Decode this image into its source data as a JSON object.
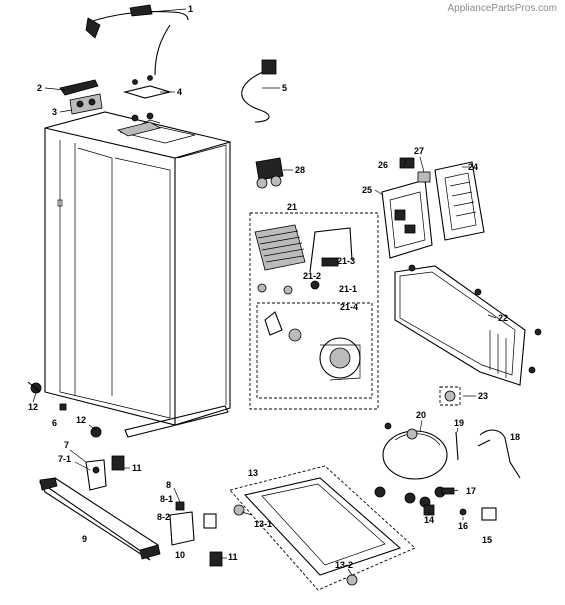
{
  "watermark": "AppliancePartsPros.com",
  "callouts": {
    "c1": "1",
    "c2": "2",
    "c3": "3",
    "c4": "4",
    "c5": "5",
    "c6": "6",
    "c7": "7",
    "c7_1": "7-1",
    "c8": "8",
    "c8_1": "8-1",
    "c8_2": "8-2",
    "c9": "9",
    "c10": "10",
    "c11a": "11",
    "c11b": "11",
    "c12a": "12",
    "c12b": "12",
    "c13": "13",
    "c13_1": "13-1",
    "c13_2": "13-2",
    "c14": "14",
    "c15": "15",
    "c16": "16",
    "c17": "17",
    "c18": "18",
    "c19": "19",
    "c20": "20",
    "c21": "21",
    "c21_1": "21-1",
    "c21_2": "21-2",
    "c21_3": "21-3",
    "c21_4": "21-4",
    "c22": "22",
    "c23": "23",
    "c24": "24",
    "c25": "25",
    "c26": "26",
    "c27": "27",
    "c28": "28"
  }
}
